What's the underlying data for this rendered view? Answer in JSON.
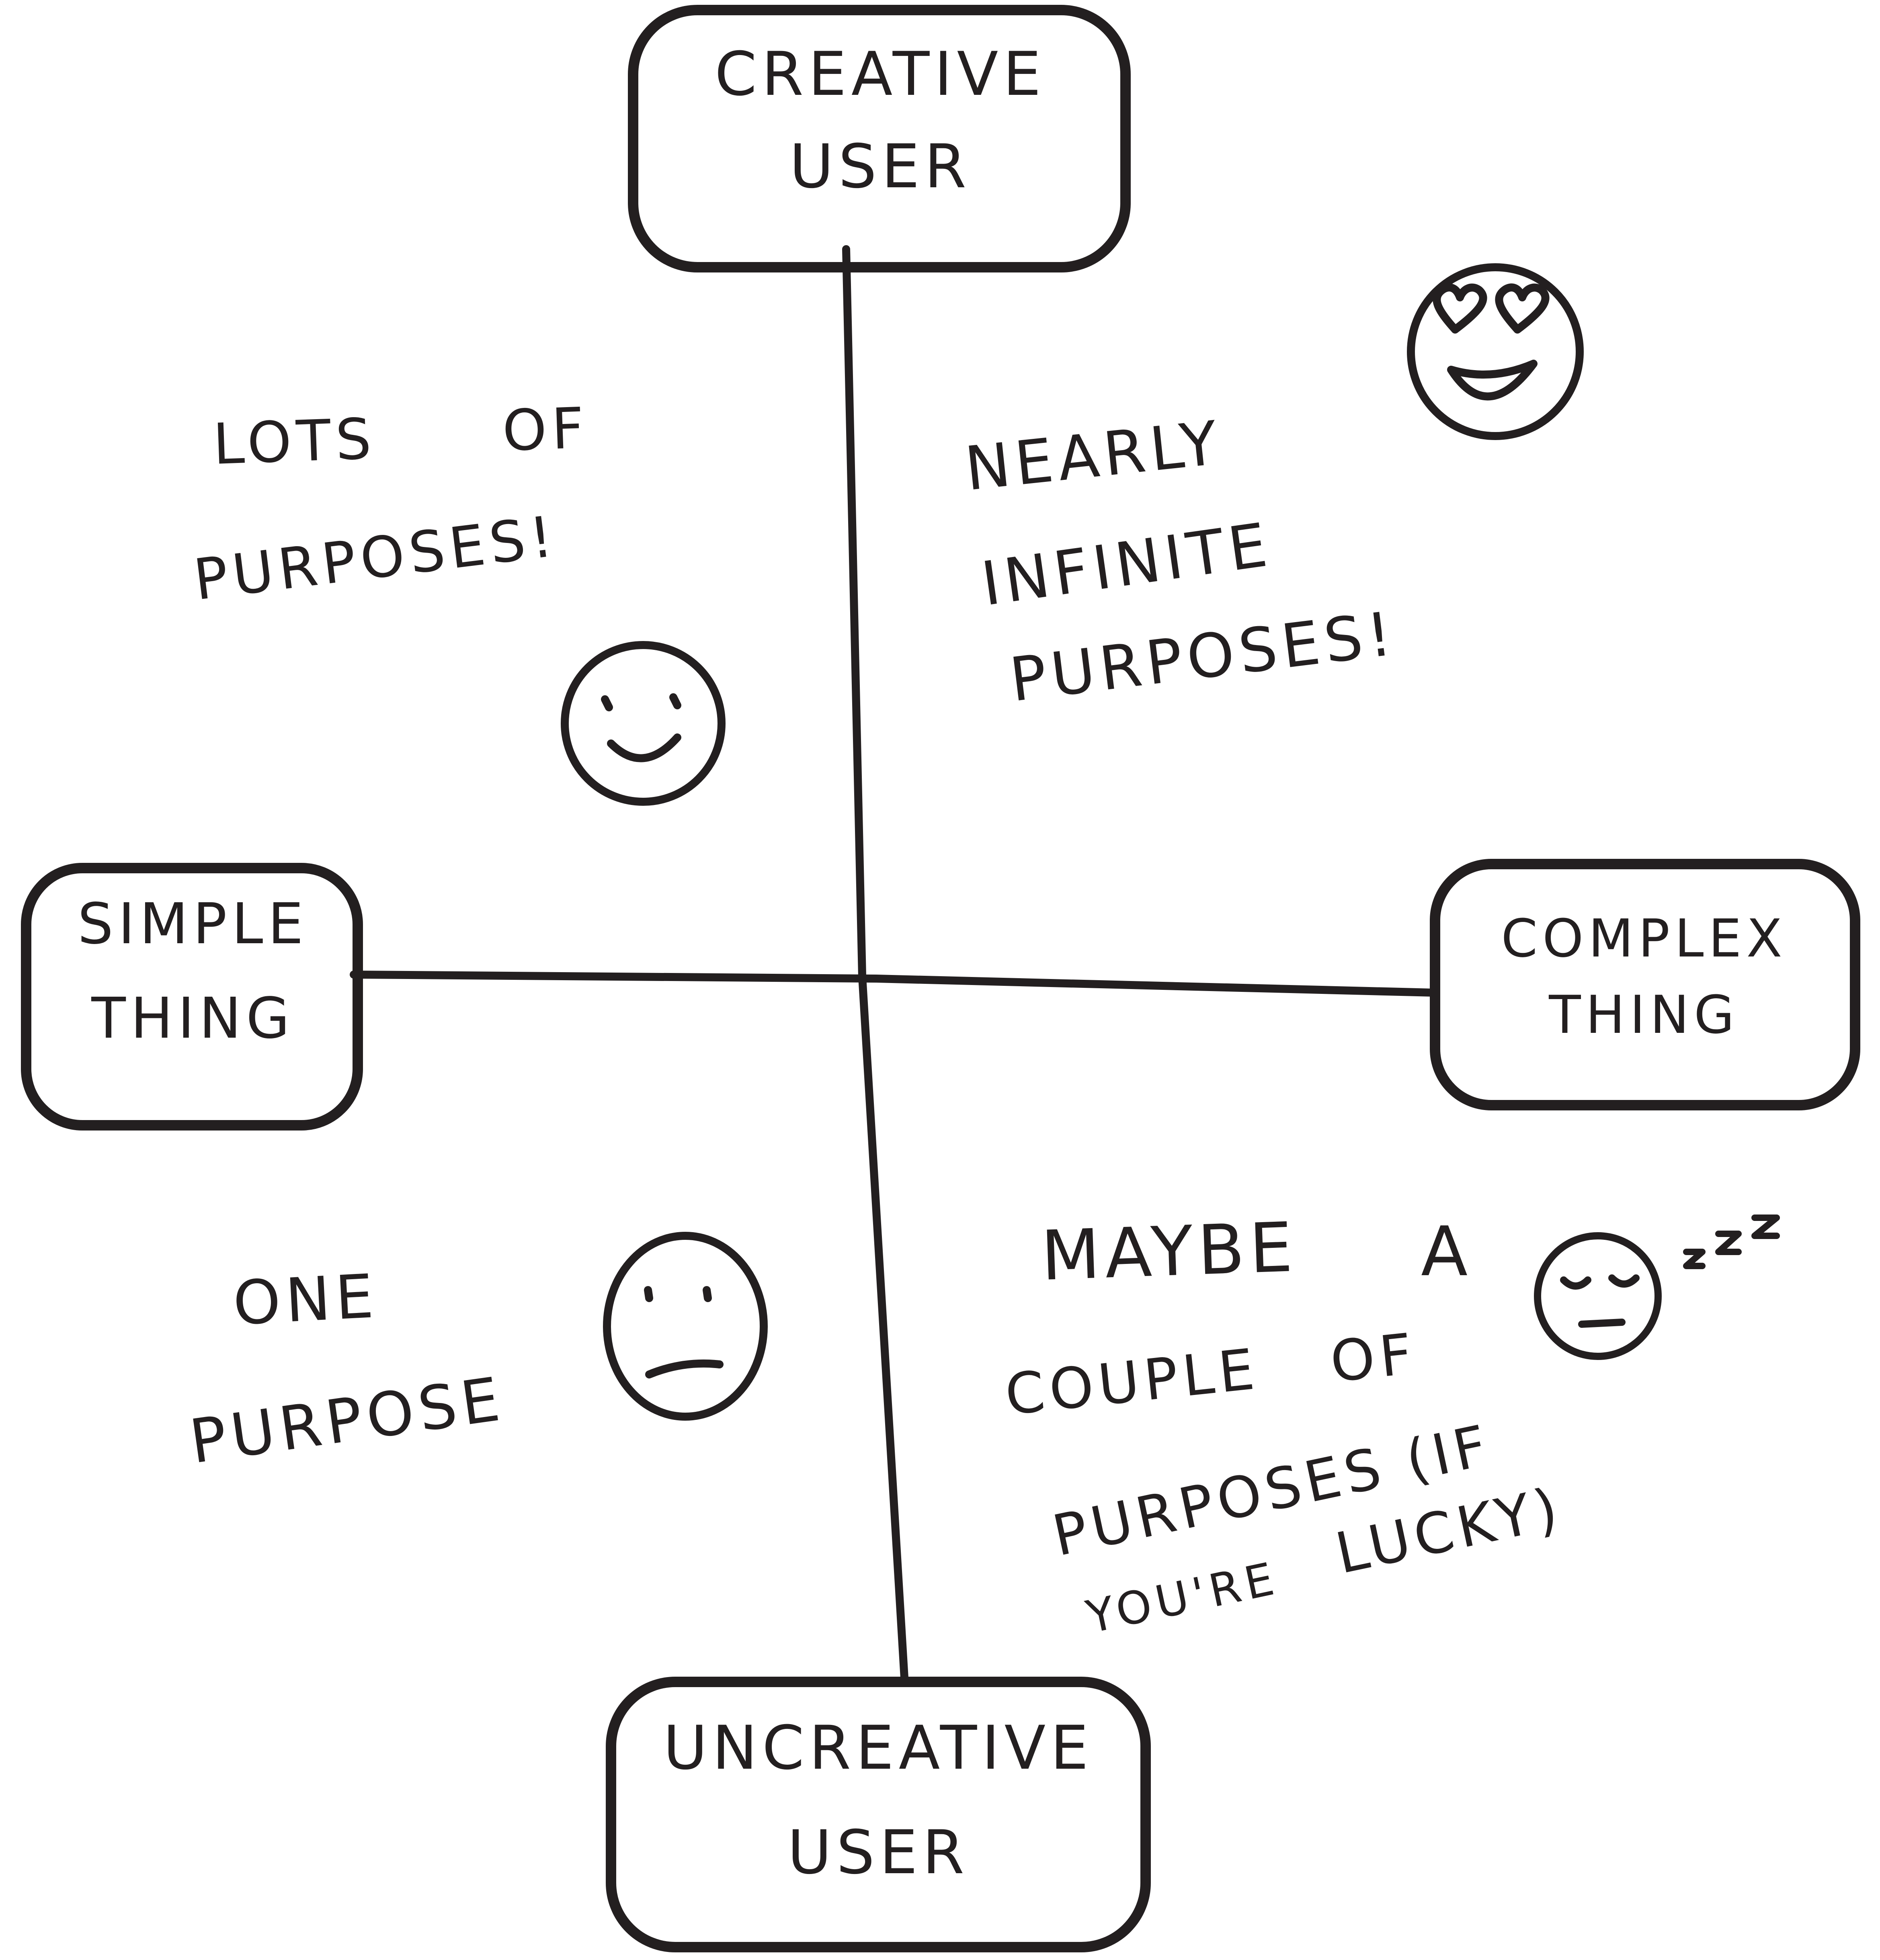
{
  "colors": {
    "ink": "#231f20",
    "background": "#ffffff"
  },
  "axes": {
    "top": {
      "line1": "CREATIVE",
      "line2": "USER"
    },
    "bottom": {
      "line1": "UNCREATIVE",
      "line2": "USER"
    },
    "left": {
      "line1": "SIMPLE",
      "line2": "THING"
    },
    "right": {
      "line1": "COMPLEX",
      "line2": "THING"
    }
  },
  "quadrants": {
    "top_left": {
      "lines": [
        "LOTS",
        "OF",
        "PURPOSES!"
      ],
      "face": "smiling-face-icon"
    },
    "top_right": {
      "lines": [
        "NEARLY",
        "INFINITE",
        "PURPOSES!"
      ],
      "face": "heart-eyes-face-icon"
    },
    "bottom_left": {
      "lines": [
        "ONE",
        "PURPOSE"
      ],
      "face": "neutral-face-icon"
    },
    "bottom_right": {
      "lines": [
        "MAYBE",
        "A",
        "COUPLE",
        "OF",
        "PURPOSES (IF",
        "YOU'RE",
        "LUCKY)"
      ],
      "face": "sleepy-face-icon",
      "sleep_marks": "zzz"
    }
  }
}
